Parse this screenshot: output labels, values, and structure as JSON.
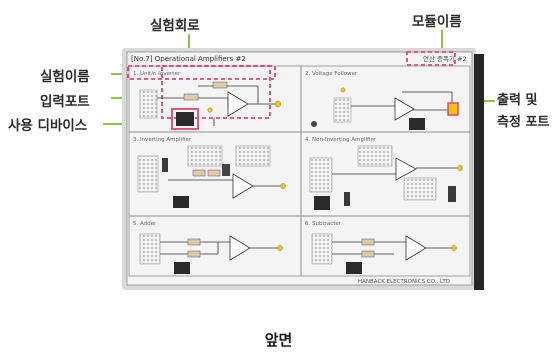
{
  "callouts": {
    "circuit": "실험회로",
    "module_name": "모듈이름",
    "experiment_name": "실험이름",
    "input_port": "입력포트",
    "device": "사용 디바이스",
    "output_line1": "출력 및",
    "output_line2": "측정 포트"
  },
  "board": {
    "header": "[No.7]  Operational Amplifiers #2",
    "module_tag": "연산 증폭기 #2",
    "manufacturer": "HANBACK ELECTRONICS CO., LTD",
    "sections": [
      "1. Unit/n Inverter",
      "2. Voltage Follower",
      "3. Inverting Amplifier",
      "4. Non-Inverting Amplifier",
      "5. Adder",
      "6. Subtracter"
    ]
  },
  "caption": "앞면",
  "colors": {
    "callout_line": "#8dc63f",
    "highlight": "#e0457b",
    "output_port": "#f5c400"
  }
}
